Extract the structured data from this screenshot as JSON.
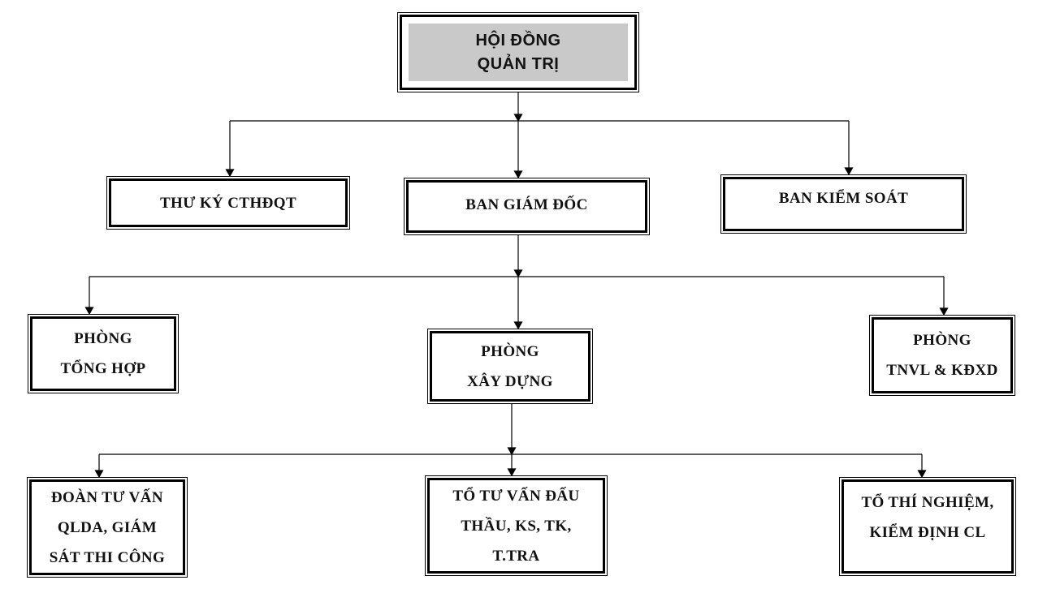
{
  "diagram": {
    "type": "org-chart",
    "language": "vi",
    "colors": {
      "line": "#000000",
      "box_border": "#000000",
      "board_fill": "#c9c9c9",
      "text": "#121212",
      "background": "#ffffff"
    },
    "nodes": {
      "board": {
        "label": "HỘI ĐỒNG\nQUẢN TRỊ"
      },
      "secretary": {
        "label": "THƯ KÝ CTHĐQT"
      },
      "directors": {
        "label": "BAN GIÁM ĐỐC"
      },
      "supervisory": {
        "label": "BAN KIỂM SOÁT"
      },
      "general_office": {
        "label": "PHÒNG\nTỔNG HỢP"
      },
      "construction": {
        "label": "PHÒNG\nXÂY DỰNG"
      },
      "materials_testing": {
        "label": "PHÒNG\nTNVL & KĐXD"
      },
      "consulting_team": {
        "label": "ĐOÀN TƯ VẤN\nQLDA, GIÁM\nSÁT THI CÔNG"
      },
      "bidding_team": {
        "label": "TỔ TƯ VẤN ĐẤU\nTHẦU, KS, TK,\nT.TRA"
      },
      "testing_team": {
        "label": "TỔ THÍ NGHIỆM,\nKIỂM ĐỊNH CL"
      }
    },
    "edges": [
      {
        "from": "board",
        "to": [
          "secretary",
          "directors",
          "supervisory"
        ]
      },
      {
        "from": "directors",
        "to": [
          "general_office",
          "construction",
          "materials_testing"
        ]
      },
      {
        "from": "construction",
        "to": [
          "consulting_team",
          "bidding_team",
          "testing_team"
        ]
      }
    ]
  }
}
